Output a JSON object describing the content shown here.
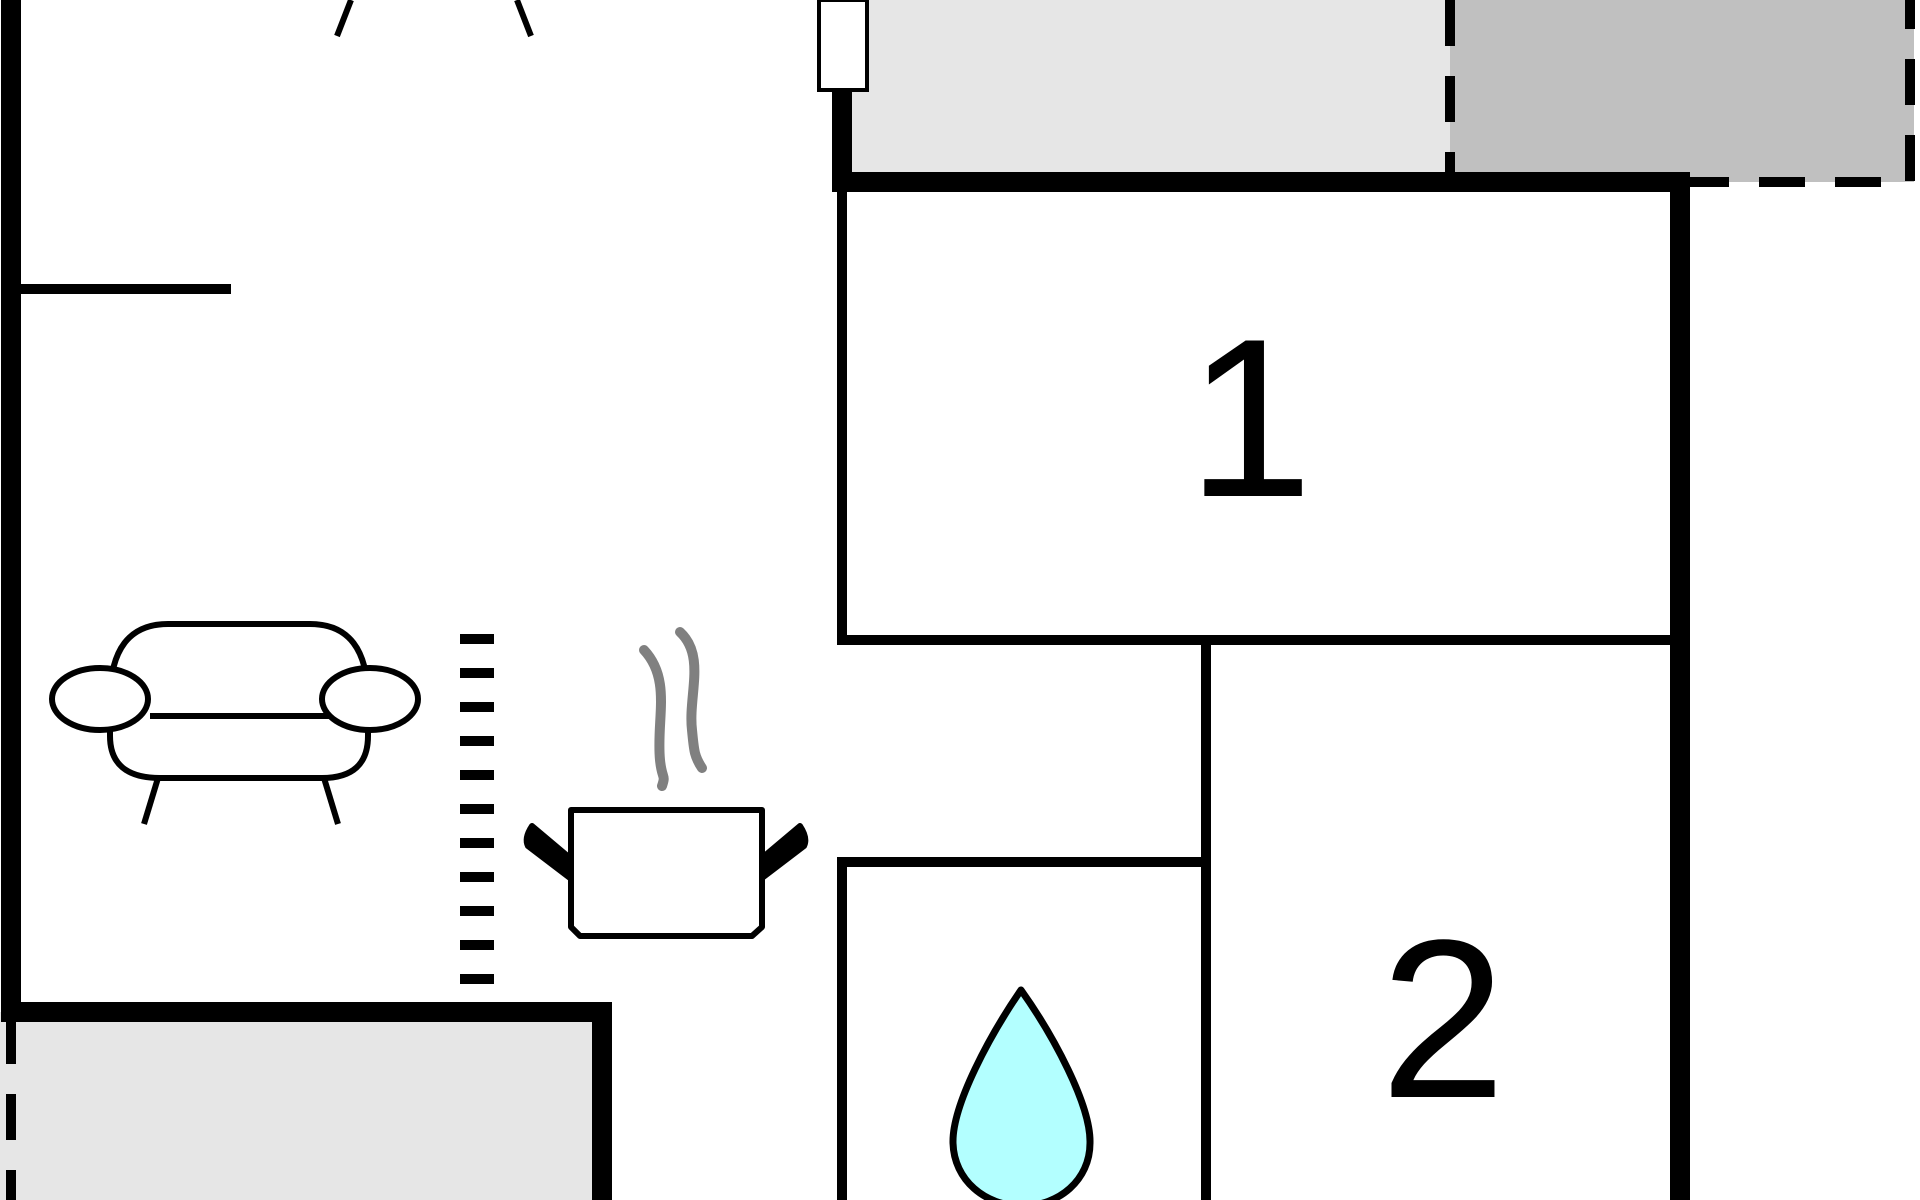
{
  "floorplan": {
    "rooms": [
      {
        "id": "bedroom-1",
        "label": "1"
      },
      {
        "id": "bedroom-2",
        "label": "2"
      }
    ],
    "icons": [
      {
        "name": "sofa-icon",
        "meaning": "living room"
      },
      {
        "name": "cooking-pot-icon",
        "meaning": "kitchen"
      },
      {
        "name": "water-drop-icon",
        "meaning": "bathroom"
      }
    ],
    "colors": {
      "wall": "#000000",
      "terrace": "#e6e6e6",
      "covered_terrace": "#c0c0c0",
      "water": "#b3ffff",
      "steam": "#808080",
      "background": "#ffffff"
    }
  }
}
